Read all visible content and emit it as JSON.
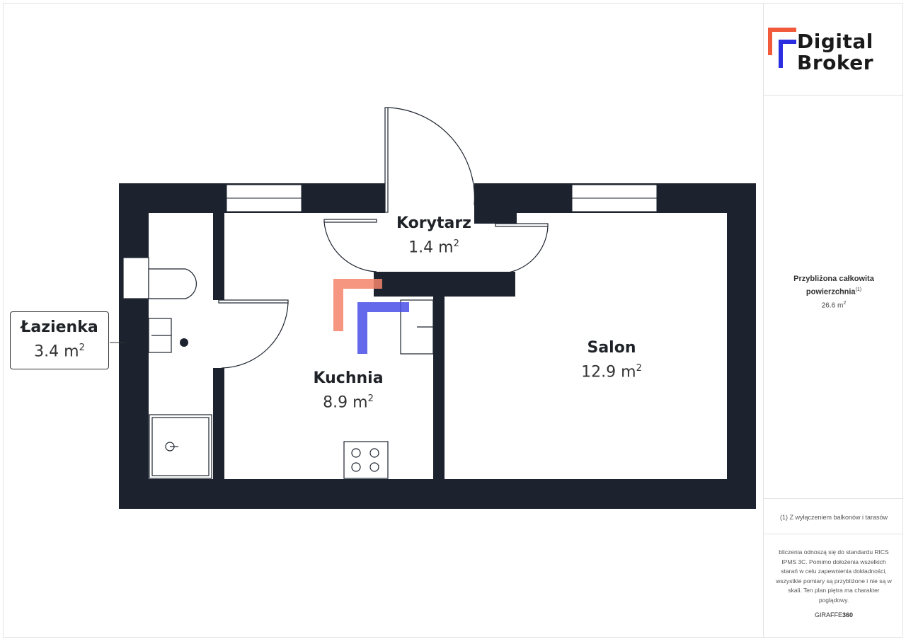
{
  "logo": {
    "line1": "Digital",
    "line2": "Broker",
    "accent_color": "#f15a3a",
    "secondary_color": "#2b2ee0"
  },
  "summary": {
    "title": "Przybliżona całkowita powierzchnia",
    "title_line1": "Przybliżona całkowita",
    "title_line2": "powierzchnia",
    "footnote_mark": "(1)",
    "total_area": "26.6 m",
    "total_area_unit_exp": "2"
  },
  "footnote": "(1) Z wyłączeniem balkonów i tarasów",
  "disclaimer": "bliczenia odnoszą się do standardu RICS IPMS 3C. Pomimo dołożenia wszelkich starań w celu zapewnienia dokładności, wszystkie pomiary są przybliżone i nie są w skali. Ten plan piętra ma charakter poglądowy.",
  "brand": {
    "part1": "GIRAFFE",
    "part2": "360"
  },
  "rooms": {
    "korytarz": {
      "name": "Korytarz",
      "area": "1.4 m",
      "exp": "2"
    },
    "lazienka": {
      "name": "Łazienka",
      "area": "3.4 m",
      "exp": "2"
    },
    "kuchnia": {
      "name": "Kuchnia",
      "area": "8.9 m",
      "exp": "2"
    },
    "salon": {
      "name": "Salon",
      "area": "12.9 m",
      "exp": "2"
    }
  },
  "colors": {
    "wall": "#1c232e",
    "watermark_orange": "#f5846a",
    "watermark_blue": "#4a4ee8"
  }
}
